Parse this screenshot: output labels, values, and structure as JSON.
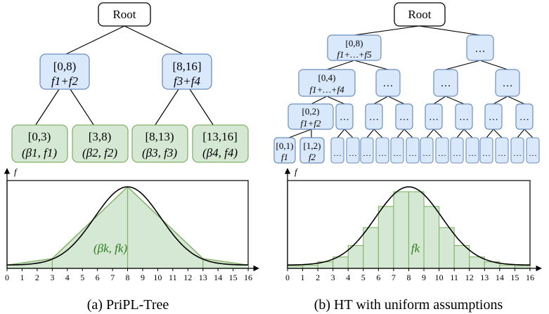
{
  "left": {
    "root": "Root",
    "l1": [
      {
        "interval": "[0,8)",
        "label": "f1+f2"
      },
      {
        "interval": "[8,16]",
        "label": "f3+f4"
      }
    ],
    "leaves": [
      {
        "interval": "[0,3)",
        "params": "(β1, f1)"
      },
      {
        "interval": "[3,8)",
        "params": "(β2, f2)"
      },
      {
        "interval": "[8,13)",
        "params": "(β3, f3)"
      },
      {
        "interval": "[13,16]",
        "params": "(β4, f4)"
      }
    ],
    "axis_label": "f",
    "overlay": "(βk, fk)",
    "caption": "(a) PriPL-Tree"
  },
  "right": {
    "root": "Root",
    "n0": {
      "interval": "[0,8)",
      "label": "f1+…+f5"
    },
    "n1": {
      "interval": "[0,4)",
      "label": "f1+…+f4"
    },
    "n2": {
      "interval": "[0,2)",
      "label": "f1+f2"
    },
    "n3a": {
      "interval": "[0,1)",
      "label": "f1"
    },
    "n3b": {
      "interval": "[1,2)",
      "label": "f2"
    },
    "ellipsis": "…",
    "axis_label": "f",
    "overlay": "fk",
    "caption": "(b) HT with uniform assumptions"
  },
  "x_ticks": [
    "0",
    "1",
    "2",
    "3",
    "4",
    "5",
    "6",
    "7",
    "8",
    "9",
    "10",
    "11",
    "12",
    "13",
    "14",
    "15",
    "16"
  ],
  "chart_data": [
    {
      "type": "area",
      "title": "",
      "x": [
        0,
        3,
        8,
        13,
        16
      ],
      "y": [
        0.02,
        0.06,
        0.5,
        0.06,
        0.02
      ],
      "xlim": [
        0,
        16
      ],
      "curve": "gaussian",
      "grid": false
    },
    {
      "type": "bar",
      "title": "",
      "categories": [
        "0",
        "1",
        "2",
        "3",
        "4",
        "5",
        "6",
        "7",
        "8",
        "9",
        "10",
        "11",
        "12",
        "13",
        "14",
        "15"
      ],
      "values": [
        0.015,
        0.02,
        0.04,
        0.07,
        0.14,
        0.25,
        0.38,
        0.47,
        0.47,
        0.38,
        0.25,
        0.14,
        0.07,
        0.04,
        0.02,
        0.015
      ],
      "xlim": [
        0,
        16
      ],
      "curve": "gaussian",
      "grid": false
    }
  ],
  "colors": {
    "blue_fill": "#dae8fc",
    "blue_stroke": "#6c8ebf",
    "green_fill": "#d5e8d4",
    "green_stroke": "#82b366",
    "dark_green": "#2e7d1f"
  }
}
